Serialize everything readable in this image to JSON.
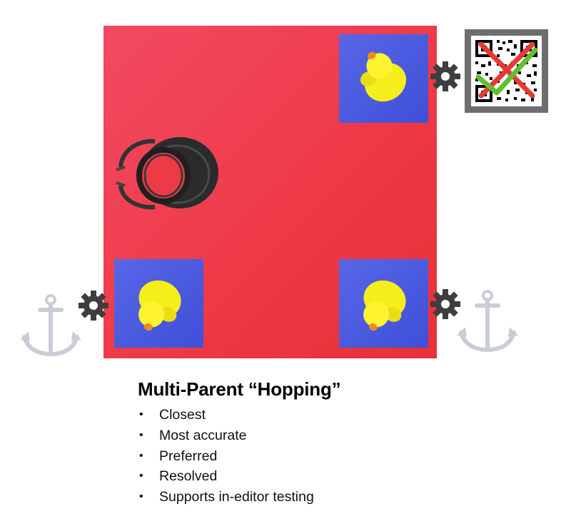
{
  "diagram": {
    "title": "Multi-Parent “Hopping”",
    "bullets": [
      "Closest",
      "Most accurate",
      "Preferred",
      "Resolved",
      "Supports in-editor testing"
    ],
    "icons": {
      "duck": "rubber-duck-icon",
      "gear": "gear-icon",
      "anchor": "anchor-icon",
      "headset": "mixed-reality-headset-icon",
      "qr": "qr-code-icon",
      "cross": "red-cross-icon",
      "check": "green-check-icon"
    },
    "colors": {
      "room": "#ee3a47",
      "tile": "#4656dc",
      "duck": "#f6ee1a",
      "beak": "#f08a1c",
      "gear": "#3e3e3e",
      "anchor": "#c9cdd6",
      "cross": "#e53935",
      "check": "#5fbf2e"
    }
  }
}
